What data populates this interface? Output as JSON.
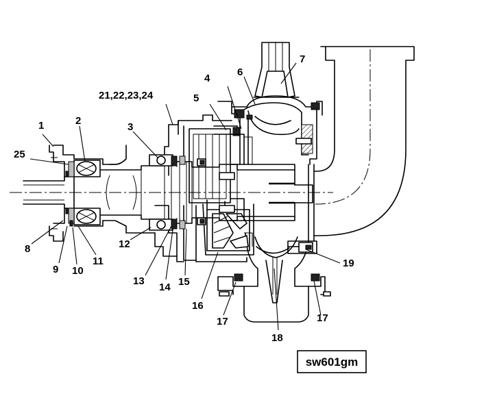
{
  "callouts": [
    {
      "id": "1",
      "label": "1"
    },
    {
      "id": "2",
      "label": "2"
    },
    {
      "id": "3",
      "label": "3"
    },
    {
      "id": "4",
      "label": "4"
    },
    {
      "id": "5",
      "label": "5"
    },
    {
      "id": "6",
      "label": "6"
    },
    {
      "id": "7",
      "label": "7"
    },
    {
      "id": "8",
      "label": "8"
    },
    {
      "id": "9",
      "label": "9"
    },
    {
      "id": "10",
      "label": "10"
    },
    {
      "id": "11",
      "label": "11"
    },
    {
      "id": "12",
      "label": "12"
    },
    {
      "id": "13",
      "label": "13"
    },
    {
      "id": "14",
      "label": "14"
    },
    {
      "id": "15",
      "label": "15"
    },
    {
      "id": "16",
      "label": "16"
    },
    {
      "id": "17a",
      "label": "17"
    },
    {
      "id": "17b",
      "label": "17"
    },
    {
      "id": "18",
      "label": "18"
    },
    {
      "id": "19",
      "label": "19"
    },
    {
      "id": "21-24",
      "label": "21,22,23,24"
    },
    {
      "id": "25",
      "label": "25"
    }
  ],
  "drawing_id": "sw601gm"
}
